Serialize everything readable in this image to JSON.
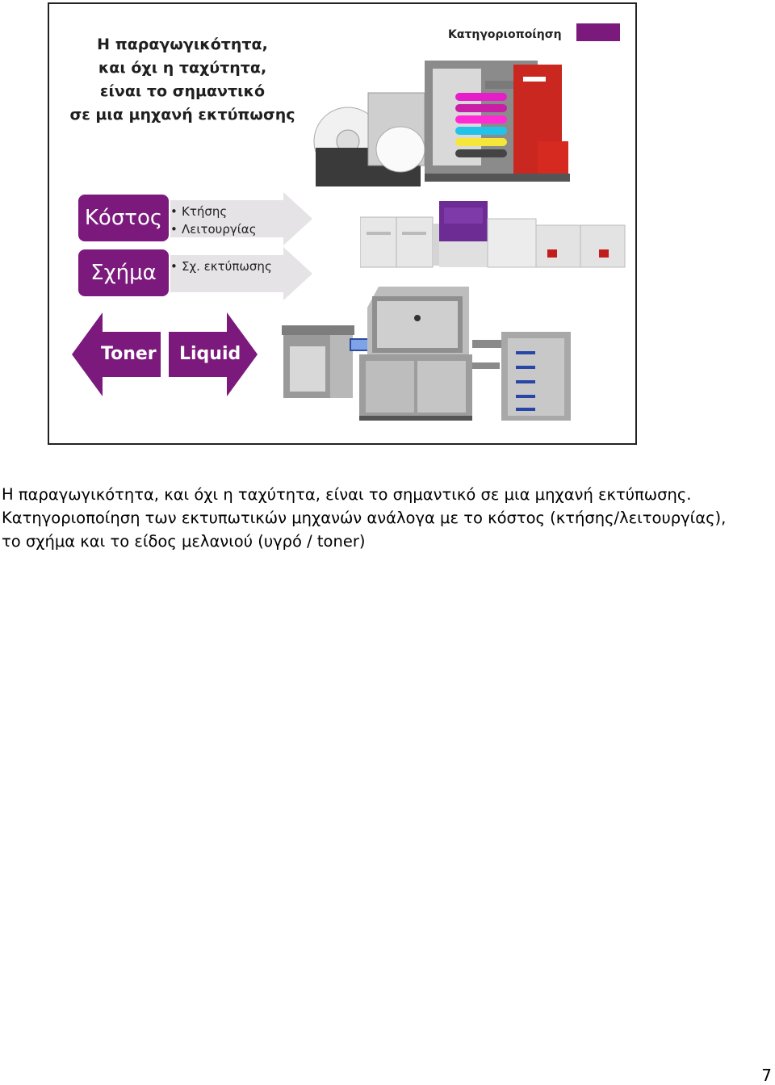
{
  "slide": {
    "title_lines": [
      "Η παραγωγικότητα,",
      "και όχι η ταχύτητα,",
      "είναι το σημαντικό",
      "σε μια μηχανή εκτύπωσης"
    ],
    "category_label": "Κατηγοριοποίηση",
    "accent_color": "#7b1a7c",
    "cost": {
      "label": "Κόστος",
      "items": [
        "Κτήσης",
        "Λειτουργίας"
      ]
    },
    "shape": {
      "label": "Σχήμα",
      "items": [
        "Σχ. εκτύπωσης"
      ]
    },
    "toner_label": "Toner",
    "liquid_label": "Liquid"
  },
  "caption": "Η παραγωγικότητα,  και όχι η ταχύτητα, είναι το σημαντικό  σε μια μηχανή εκτύπωσης. Κατηγοριοποίηση των εκτυπωτικών μηχανών ανάλογα με το κόστος (κτήσης/λειτουργίας), το σχήμα και το είδος μελανιού (υγρό / toner)",
  "page_number": "7"
}
